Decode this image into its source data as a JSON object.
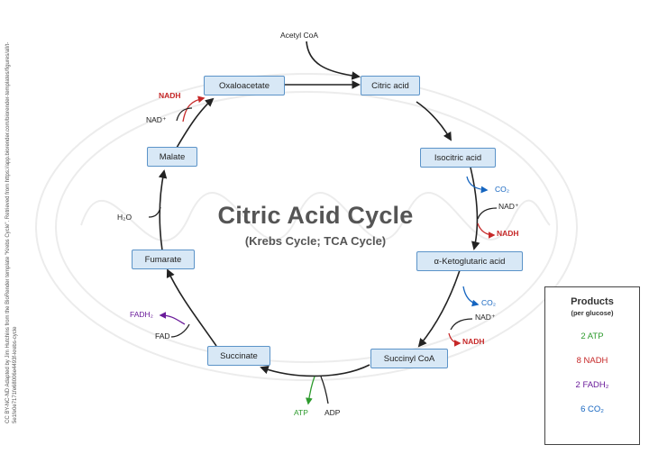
{
  "title": "Citric Acid Cycle",
  "subtitle": "(Krebs Cycle; TCA Cycle)",
  "credit": "CC BY-NC-ND Adapted by Jim Hutchins from the BioRender template \"Krebs Cycle\". Retrieved from https://app.biorender.com/biorender-templates/figures/all/t-5e1fe0e7171fe68006e4493f-krebs-cycle",
  "entry": "Acetyl CoA",
  "nodes": {
    "oxaloacetate": "Oxaloacetate",
    "citric_acid": "Citric acid",
    "isocitric_acid": "Isocitric acid",
    "ketoglutaric_acid": "α-Ketoglutaric acid",
    "succinyl_coa": "Succinyl CoA",
    "succinate": "Succinate",
    "fumarate": "Fumarate",
    "malate": "Malate"
  },
  "side_labels": {
    "nadh_1": "NADH",
    "nad_1": "NAD⁺",
    "co2_1": "CO₂",
    "nad_2": "NAD⁺",
    "nadh_2": "NADH",
    "co2_2": "CO₂",
    "nad_3": "NAD⁺",
    "nadh_3": "NADH",
    "atp": "ATP",
    "adp": "ADP",
    "fadh2": "FADH₂",
    "fad": "FAD",
    "h2o": "H₂O"
  },
  "products": {
    "title": "Products",
    "subtitle": "(per glucose)",
    "items": [
      {
        "text": "2 ATP",
        "color": "#2e9b2e"
      },
      {
        "text": "8 NADH",
        "color": "#c62828"
      },
      {
        "text": "2 FADH₂",
        "color": "#6a1b9a"
      },
      {
        "text": "6 CO₂",
        "color": "#1565c0"
      }
    ]
  },
  "colors": {
    "node_fill": "#d8e8f6",
    "node_border": "#5b93c8",
    "nadh": "#c62828",
    "co2": "#1565c0",
    "atp": "#2e9b2e",
    "fadh2": "#6a1b9a"
  }
}
